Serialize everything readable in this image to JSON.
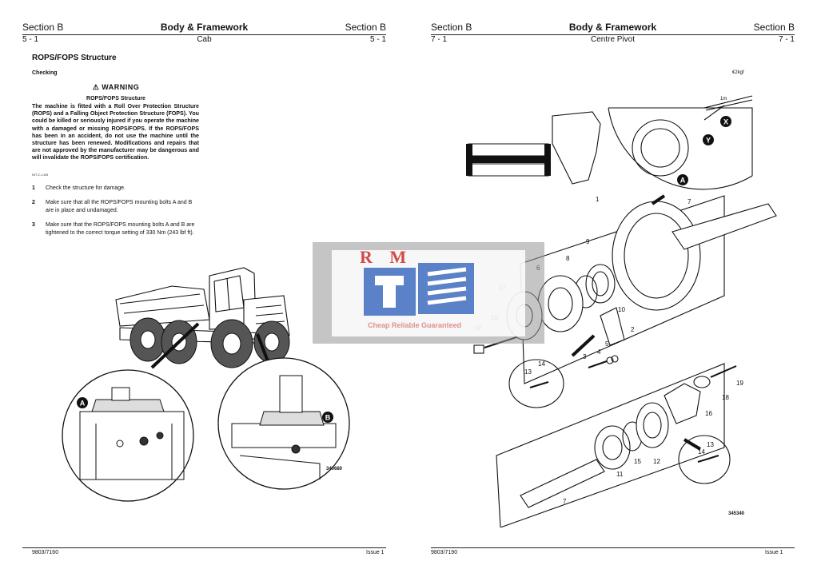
{
  "left": {
    "header": {
      "section": "Section B",
      "title": "Body & Framework",
      "section_right": "Section B",
      "page": "5 - 1",
      "subtitle": "Cab",
      "page_right": "5 - 1"
    },
    "heading": "ROPS/FOPS Structure",
    "subheading": "Checking",
    "warning": {
      "label": "WARNING",
      "title": "ROPS/FOPS Structure",
      "body": "The machine is fitted with a Roll Over Protection Structure (ROPS) and a Falling Object Protection Structure (FOPS). You could be killed or seriously injured if you operate the machine with a damaged or missing ROPS/FOPS. If the ROPS/FOPS has been in an accident, do not use the machine until the structure has been renewed. Modifications and repairs that are not approved by the manufacturer may be dangerous and will invalidate the ROPS/FOPS certification.",
      "ref": "INT-2-1-6/5"
    },
    "steps": [
      {
        "num": "1",
        "text": "Check the structure for damage."
      },
      {
        "num": "2",
        "text": "Make sure that all the ROPS/FOPS mounting bolts A and B are in place and undamaged."
      },
      {
        "num": "3",
        "text": "Make sure that the ROPS/FOPS mounting bolts A and B are tightened to the correct torque setting of 330 Nm (243 lbf ft)."
      }
    ],
    "figure": {
      "code": "340680",
      "callout_a": "A",
      "callout_b": "B"
    },
    "footer": {
      "doc": "9803/7160",
      "issue": "Issue 1"
    }
  },
  "right": {
    "header": {
      "section": "Section B",
      "title": "Body & Framework",
      "section_right": "Section B",
      "page": "7 - 1",
      "subtitle": "Centre Pivot",
      "page_right": "7 - 1"
    },
    "figure": {
      "code": "345340",
      "torque": "€2kgf",
      "distance": "1m",
      "callouts": [
        "A",
        "X",
        "Y"
      ],
      "parts": [
        "1",
        "7",
        "9",
        "8",
        "6",
        "17",
        "18",
        "19",
        "10",
        "2",
        "5",
        "4",
        "3",
        "14",
        "13",
        "19",
        "18",
        "16",
        "12",
        "15",
        "11",
        "14",
        "13",
        "7"
      ]
    },
    "footer": {
      "doc": "9803/7190",
      "issue": "Issue 1"
    }
  },
  "watermark": {
    "letters": "R M",
    "tagline": "Cheap Reliable Guaranteed"
  }
}
